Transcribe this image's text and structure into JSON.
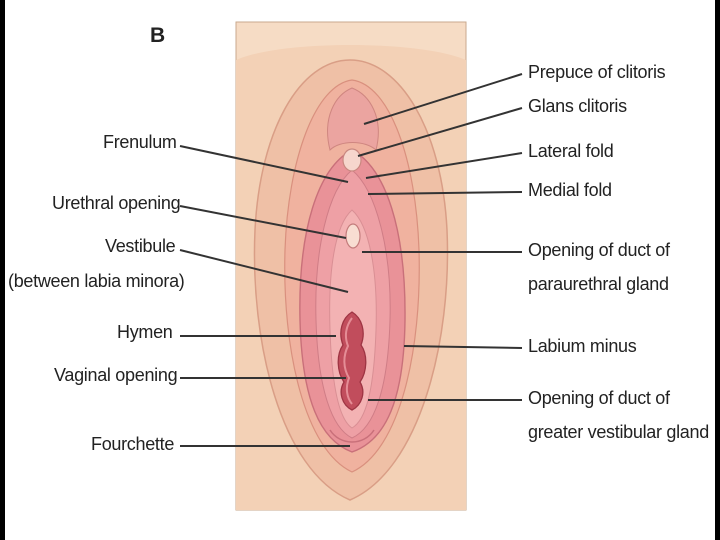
{
  "figure": {
    "panel_letter": "B",
    "colors": {
      "background_skin": "#f6dcc5",
      "outer_skin": "#f2cdb0",
      "labia_majora": "#efbfa8",
      "labia_minora": "#e9959a",
      "vestibule": "#f2a9ac",
      "vaginal_opening": "#c9525f",
      "leader_line": "#333333"
    },
    "left_labels": {
      "frenulum": "Frenulum",
      "urethral_opening": "Urethral opening",
      "vestibule_line1": "Vestibule",
      "vestibule_line2": "(between labia minora)",
      "hymen": "Hymen",
      "vaginal_opening": "Vaginal opening",
      "fourchette": "Fourchette"
    },
    "right_labels": {
      "prepuce": "Prepuce of clitoris",
      "glans": "Glans clitoris",
      "lateral_fold": "Lateral fold",
      "medial_fold": "Medial fold",
      "paraurethral_line1": "Opening of duct of",
      "paraurethral_line2": "paraurethral gland",
      "labium_minus": "Labium minus",
      "vestibular_line1": "Opening of duct of",
      "vestibular_line2": "greater vestibular gland"
    }
  }
}
